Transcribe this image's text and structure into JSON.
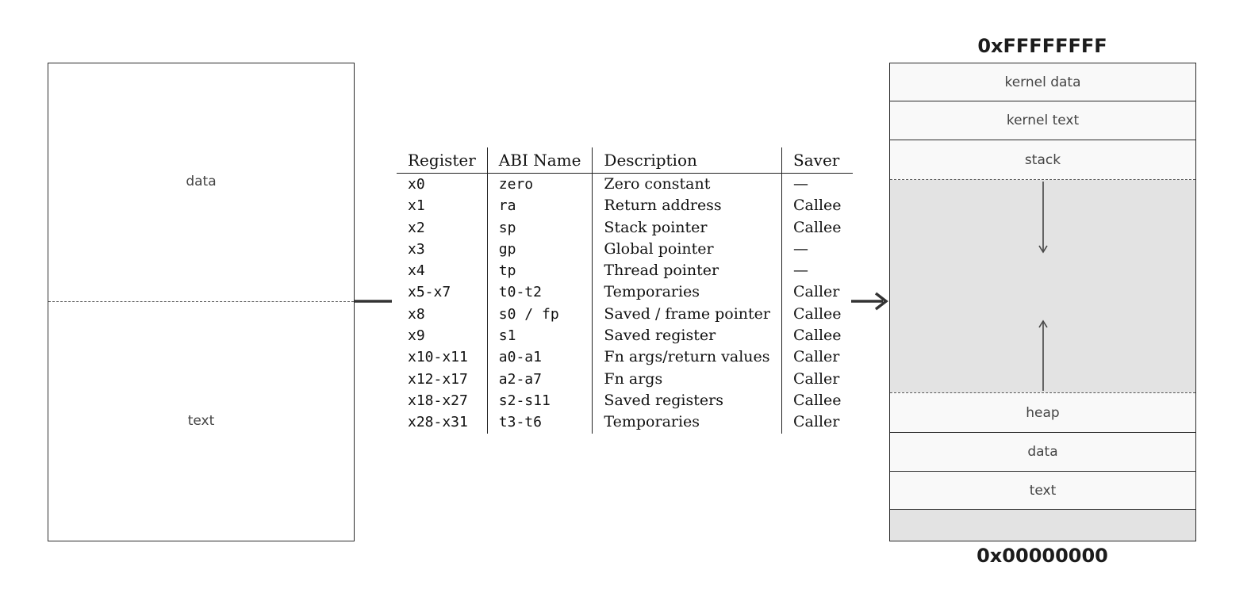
{
  "left_box": {
    "upper_label": "data",
    "lower_label": "text"
  },
  "register_table": {
    "headers": [
      "Register",
      "ABI Name",
      "Description",
      "Saver"
    ],
    "rows": [
      [
        "x0",
        "zero",
        "Zero constant",
        "—"
      ],
      [
        "x1",
        "ra",
        "Return address",
        "Callee"
      ],
      [
        "x2",
        "sp",
        "Stack pointer",
        "Callee"
      ],
      [
        "x3",
        "gp",
        "Global pointer",
        "—"
      ],
      [
        "x4",
        "tp",
        "Thread pointer",
        "—"
      ],
      [
        "x5-x7",
        "t0-t2",
        "Temporaries",
        "Caller"
      ],
      [
        "x8",
        "s0 / fp",
        "Saved / frame pointer",
        "Callee"
      ],
      [
        "x9",
        "s1",
        "Saved register",
        "Callee"
      ],
      [
        "x10-x11",
        "a0-a1",
        "Fn args/return values",
        "Caller"
      ],
      [
        "x12-x17",
        "a2-a7",
        "Fn args",
        "Caller"
      ],
      [
        "x18-x27",
        "s2-s11",
        "Saved registers",
        "Callee"
      ],
      [
        "x28-x31",
        "t3-t6",
        "Temporaries",
        "Caller"
      ]
    ]
  },
  "memory_map": {
    "top_address": "0xFFFFFFFF",
    "bottom_address": "0x00000000",
    "segments": {
      "kernel_data": "kernel data",
      "kernel_text": "kernel text",
      "stack": "stack",
      "heap": "heap",
      "data": "data",
      "text": "text"
    },
    "colors": {
      "free_region": "#e3e3e3",
      "reserved_region": "#e3e3e3",
      "segment_fill": "#f9f9f9",
      "outline": "#2b2b2b"
    }
  }
}
